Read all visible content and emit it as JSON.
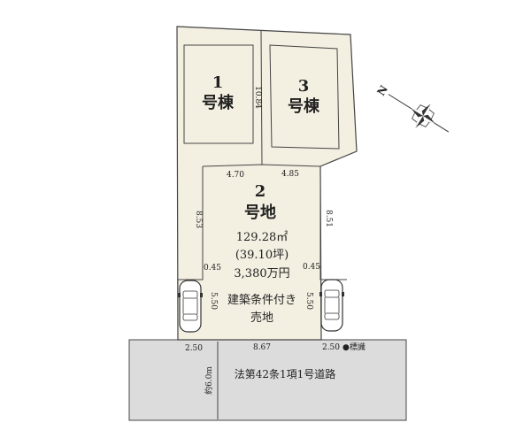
{
  "lots": {
    "lot1": {
      "number": "1",
      "label": "号棟"
    },
    "lot3": {
      "number": "3",
      "label": "号棟"
    },
    "lot2": {
      "number": "2",
      "label": "号地",
      "area_sqm": "129.28㎡",
      "area_tsubo": "(39.10坪)",
      "price": "3,380万円",
      "condition_line1": "建築条件付き",
      "condition_line2": "売地"
    }
  },
  "dimensions": {
    "d_10_84": "10.84",
    "d_4_70": "4.70",
    "d_4_85": "4.85",
    "d_8_53": "8.53",
    "d_8_51": "8.51",
    "d_0_45_left": "0.45",
    "d_0_45_right": "0.45",
    "d_5_50_left": "5.50",
    "d_5_50_right": "5.50",
    "d_2_50_left": "2.50",
    "d_8_67": "8.67",
    "d_2_50_right": "2.50",
    "road_width": "約6.0m"
  },
  "road": {
    "label": "法第42条1項1号道路"
  },
  "marker": {
    "label": "●標識"
  },
  "compass": {
    "north_label": "N"
  },
  "colors": {
    "lot_fill": "#f3efe1",
    "road_fill": "#dcdcdc",
    "line": "#444444"
  }
}
